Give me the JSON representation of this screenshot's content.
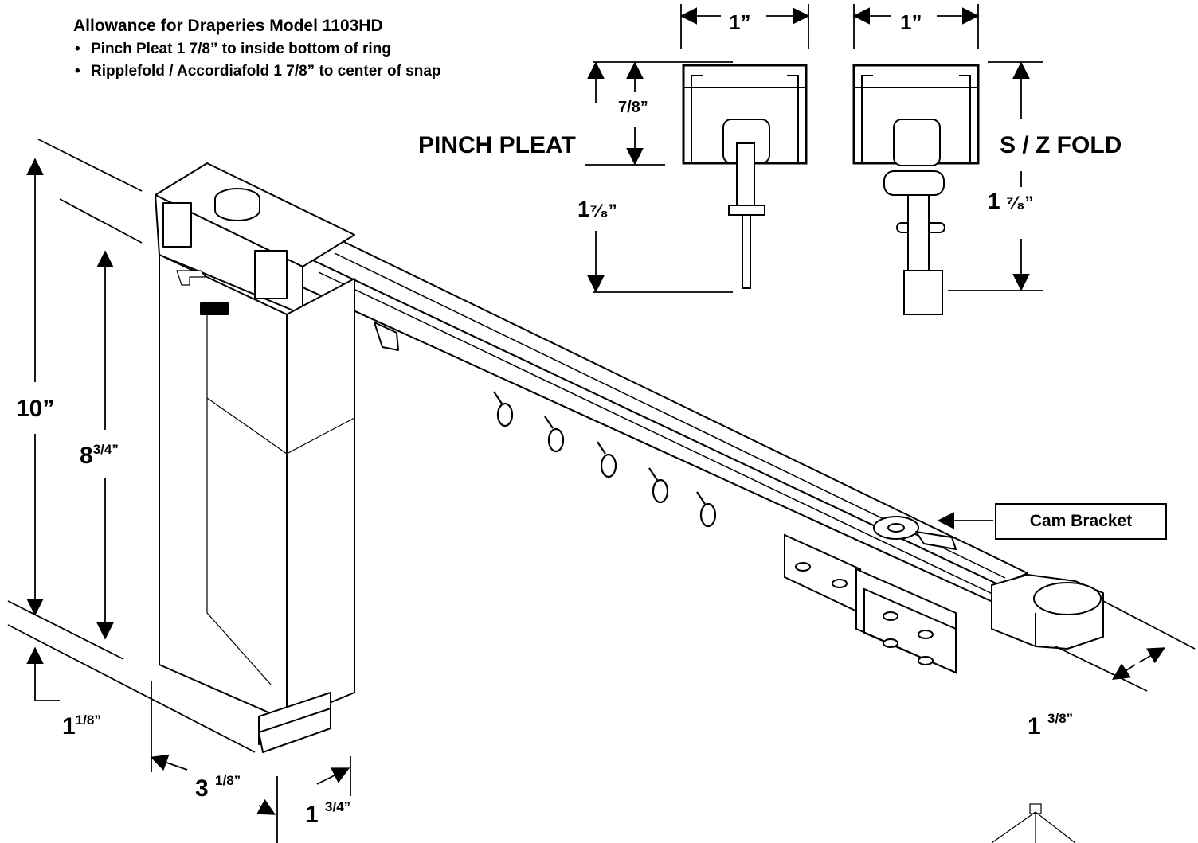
{
  "header": {
    "title": "Allowance for Draperies Model 1103HD",
    "bullets": [
      "Pinch Pleat 1 7/8” to inside bottom of ring",
      "Ripplefold / Accordiafold 1 7/8” to center of snap"
    ]
  },
  "profiles": {
    "pinch_pleat": {
      "label": "PINCH PLEAT",
      "width": "1”",
      "upper": "7/8”",
      "lower_whole": "1",
      "lower_fraction": "⁷⁄₈”"
    },
    "sz_fold": {
      "label": "S / Z FOLD",
      "width": "1”",
      "lower_whole": "1 ",
      "lower_fraction": "⁷⁄₈”"
    }
  },
  "dimensions": {
    "height_total": "10”",
    "height_inner_whole": "8",
    "height_inner_sup": "3/4”",
    "depth_whole": "1",
    "depth_sup": "1/8”",
    "width_whole": "3 ",
    "width_sup": "1/8”",
    "foot_whole": "1 ",
    "foot_sup": "3/4”",
    "arm_whole": "1 ",
    "arm_sup": "3/8”"
  },
  "callouts": {
    "cam_bracket": "Cam Bracket"
  },
  "colors": {
    "line": "#000000",
    "background": "#ffffff",
    "fill": "#ffffff"
  }
}
